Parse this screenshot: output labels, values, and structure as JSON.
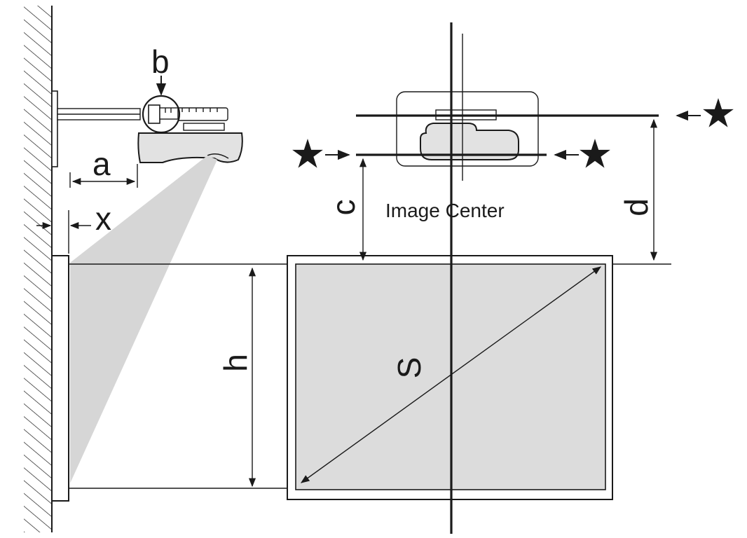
{
  "labels": {
    "a": "a",
    "b": "b",
    "x": "x",
    "c": "c",
    "d": "d",
    "h": "h",
    "s": "S",
    "image_center": "Image Center"
  },
  "colors": {
    "ink": "#1a1a1a",
    "screen_fill": "#dcdcdc",
    "beam_fill": "#d6d6d6",
    "projector_fill": "#e2e2e2"
  },
  "icons": {
    "star": "star-icon",
    "arrow": "arrow-icon"
  }
}
